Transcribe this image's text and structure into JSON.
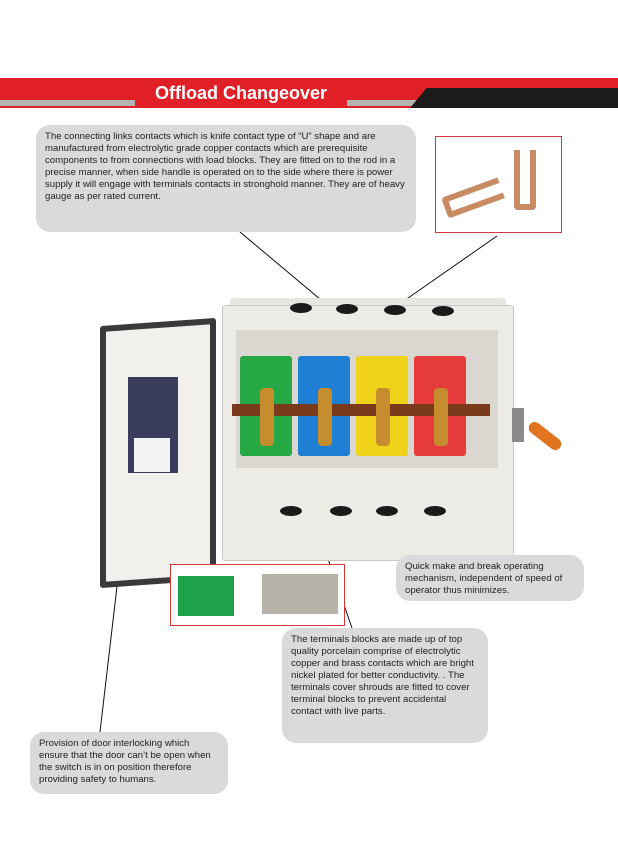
{
  "header": {
    "title": "Offload Changeover"
  },
  "callouts": {
    "connecting_links": "The connecting links contacts which is knife contact type of “U” shape and are manufactured from electrolytic grade copper contacts which are prerequisite components to from connections with load blocks. They are fitted on to the rod in a precise manner, when side handle is operated on to the side where there is power supply it will engage with terminals contacts in stronghold manner. They are of heavy gauge as per rated current.",
    "mechanism": "Quick make and break operating mechanism, independent of speed of operator thus minimizes.",
    "terminal_blocks": "The terminals blocks are made up of top quality porcelain comprise of electrolytic copper and brass contacts which are bright nickel plated for better conductivity. .  The terminals cover shrouds are fitted to cover terminal blocks to prevent accidental contact with live parts.",
    "door_interlock": "Provision of door interlocking which ensure that the door can’t be open when the switch is in on position therefore providing safety to humans."
  },
  "colors": {
    "brand_red": "#e11f26",
    "callout_grey": "#d8dadb",
    "frame_red": "#d23a3a",
    "phase_green": "#26a844",
    "phase_blue": "#1f7fd4",
    "phase_yellow": "#f1d21a",
    "phase_red": "#e63b3b"
  }
}
